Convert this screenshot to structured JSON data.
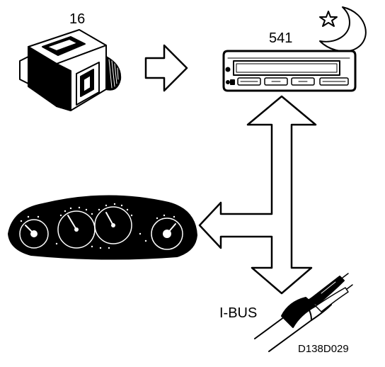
{
  "labels": {
    "switch_number": "16",
    "display_unit_number": "541",
    "bus_label": "I-BUS",
    "figure_reference": "D138D029"
  },
  "icons": {
    "night_mode": "star-and-crescent-moon",
    "switch": "dimmer-switch",
    "display_unit": "information-display-unit",
    "cluster": "instrument-cluster",
    "bus": "bus-wiring-harness"
  },
  "colors": {
    "line": "#000000",
    "background": "#ffffff"
  }
}
